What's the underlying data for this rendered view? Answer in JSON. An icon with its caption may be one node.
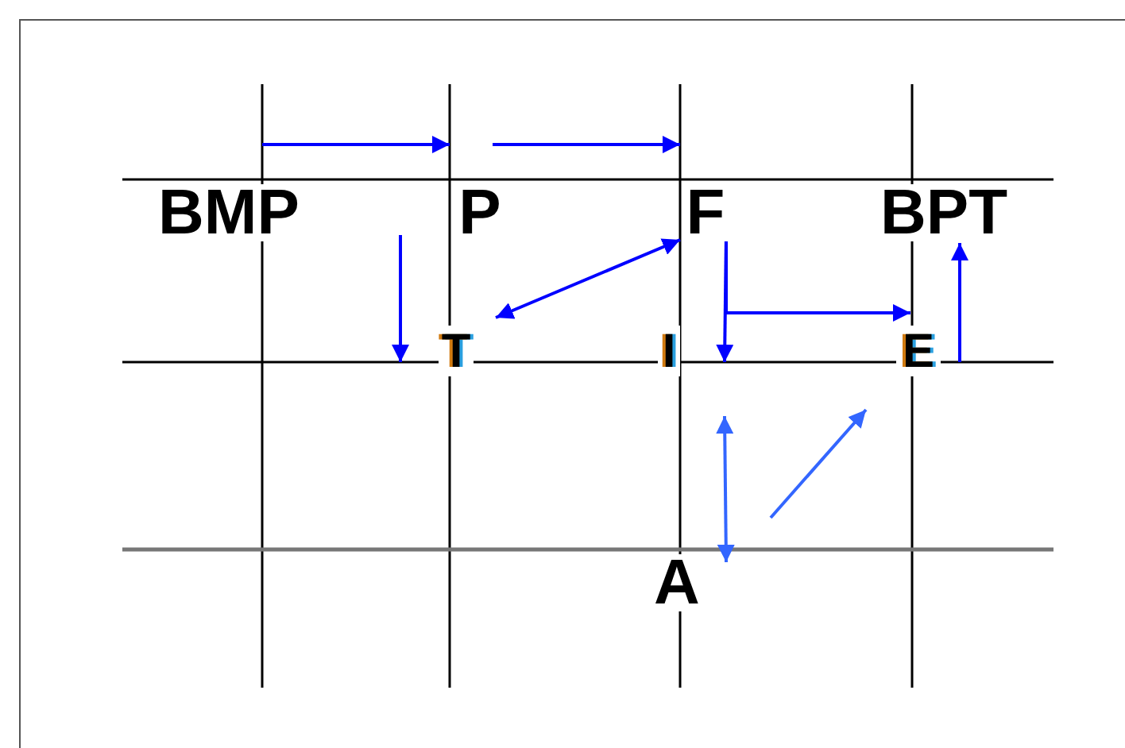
{
  "diagram": {
    "nodes": [
      {
        "text": [
          "BMP"
        ]
      },
      {
        "text": [
          "P"
        ]
      },
      {
        "text": [
          "F"
        ]
      },
      {
        "text": [
          "BPT"
        ]
      },
      {
        "text": [
          "T"
        ]
      },
      {
        "text": [
          "I"
        ]
      },
      {
        "text": [
          "E"
        ]
      },
      {
        "text": [
          "A"
        ]
      }
    ],
    "edges": [
      {
        "from": 0,
        "to": 1,
        "arrow": "to"
      },
      {
        "from": 1,
        "to": 2,
        "arrow": "to"
      },
      {
        "from": 1,
        "to": 4,
        "arrow": "to"
      },
      {
        "from": 4,
        "to": 2,
        "arrow": "both"
      },
      {
        "from": 2,
        "to": 5,
        "arrow": "to"
      },
      {
        "from": 2,
        "to": 6,
        "arrow": "to"
      },
      {
        "from": 6,
        "to": 3,
        "arrow": "to"
      },
      {
        "from": 7,
        "to": 5,
        "arrow": "both",
        "color": "#3366ff"
      },
      {
        "from": 7,
        "to": 6,
        "arrow": "to",
        "color": "#3366ff"
      }
    ]
  }
}
